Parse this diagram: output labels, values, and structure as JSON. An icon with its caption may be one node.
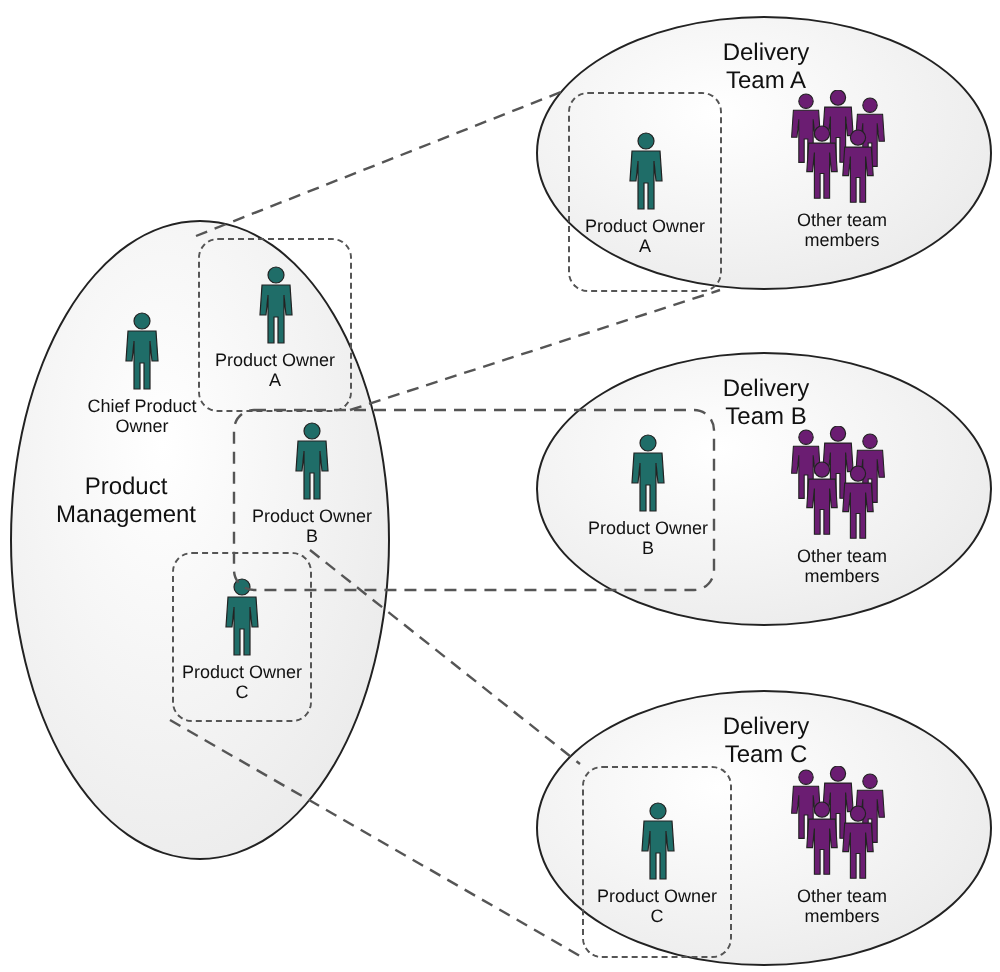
{
  "diagram": {
    "nodes": [
      {
        "text": [
          "Product Management"
        ]
      },
      {
        "text": [
          "Chief Product Owner"
        ],
        "in": 0
      },
      {
        "text": [
          "Product Owner A"
        ],
        "in": 0
      },
      {
        "text": [
          "Product Owner B"
        ],
        "in": 0
      },
      {
        "text": [
          "Product Owner C"
        ],
        "in": 0
      },
      {
        "text": [
          "Delivery Team A"
        ]
      },
      {
        "text": [
          "Product Owner A"
        ],
        "in": 5
      },
      {
        "text": [
          "Other team members"
        ],
        "in": 5
      },
      {
        "text": [
          "Delivery Team B"
        ]
      },
      {
        "text": [
          "Product Owner B"
        ],
        "in": 8
      },
      {
        "text": [
          "Other team members"
        ],
        "in": 8
      },
      {
        "text": [
          "Delivery Team C"
        ]
      },
      {
        "text": [
          "Product Owner C"
        ],
        "in": 11
      },
      {
        "text": [
          "Other team members"
        ],
        "in": 11
      }
    ],
    "edges": [
      {
        "from": 2,
        "to": 6,
        "arrow": "none",
        "style": "dashed"
      },
      {
        "from": 4,
        "to": 12,
        "arrow": "none",
        "style": "dashed"
      }
    ]
  }
}
